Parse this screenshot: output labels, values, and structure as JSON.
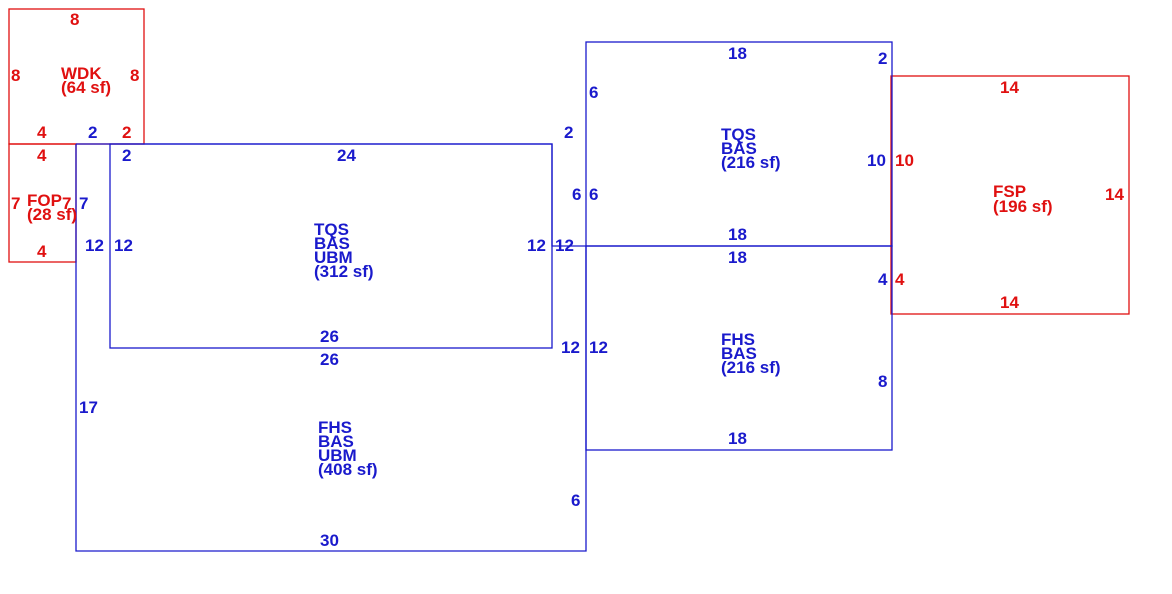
{
  "colors": {
    "blue": "#1a1acc",
    "red": "#e01010",
    "background": "#ffffff"
  },
  "areas": [
    {
      "id": "wdk",
      "color": "red",
      "codes": [
        "WDK"
      ],
      "area_label": "(64 sf)",
      "dims": [
        "8",
        "8",
        "8",
        "4",
        "2",
        "2"
      ]
    },
    {
      "id": "fop",
      "color": "red",
      "codes": [
        "FOP"
      ],
      "area_label": "(28 sf)",
      "dims": [
        "4",
        "7",
        "7",
        "4"
      ]
    },
    {
      "id": "tqs-main",
      "color": "blue",
      "codes": [
        "TQS",
        "BAS",
        "UBM"
      ],
      "area_label": "(312 sf)",
      "dims": [
        "2",
        "24",
        "12",
        "12",
        "26",
        "2"
      ]
    },
    {
      "id": "fhs-main",
      "color": "blue",
      "codes": [
        "FHS",
        "BAS",
        "UBM"
      ],
      "area_label": "(408 sf)",
      "dims": [
        "26",
        "17",
        "30",
        "6",
        "12",
        "12",
        "7"
      ]
    },
    {
      "id": "tqs-right",
      "color": "blue",
      "codes": [
        "TQS",
        "BAS"
      ],
      "area_label": "(216 sf)",
      "dims": [
        "18",
        "2",
        "6",
        "6",
        "6",
        "10",
        "18"
      ]
    },
    {
      "id": "fhs-right",
      "color": "blue",
      "codes": [
        "FHS",
        "BAS"
      ],
      "area_label": "(216 sf)",
      "dims": [
        "18",
        "4",
        "8",
        "18",
        "12"
      ]
    },
    {
      "id": "fsp",
      "color": "red",
      "codes": [
        "FSP"
      ],
      "area_label": "(196 sf)",
      "dims": [
        "14",
        "10",
        "14",
        "14",
        "4"
      ]
    }
  ]
}
